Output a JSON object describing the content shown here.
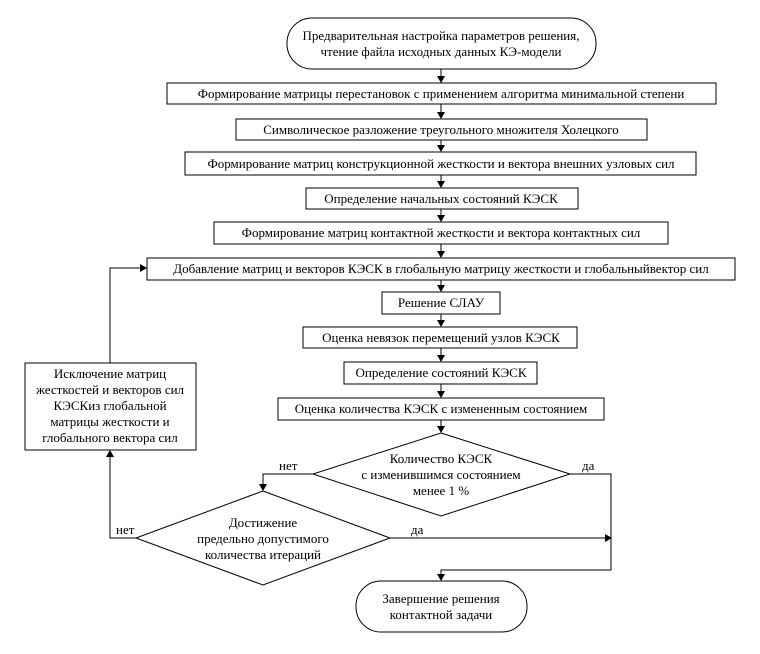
{
  "start": {
    "line1": "Предварительная настройка параметров решения,",
    "line2": "чтение файла исходных данных КЭ-модели"
  },
  "steps": [
    "Формирование матрицы перестановок с применением алгоритма минимальной степени",
    "Символическое разложение треугольного множителя Холецкого",
    "Формирование матриц конструкционной жесткости и вектора внешних узловых сил",
    "Определение начальных состояний КЭСК",
    "Формирование матриц контактной жесткости и вектора контактных сил",
    "Добавление матриц и векторов КЭСК в глобальную матрицу жесткости и глобальныйвектор сил",
    "Решение СЛАУ",
    "Оценка невязок перемещений узлов КЭСК",
    "Определение состояний КЭСК",
    "Оценка количества КЭСК с измененным состоянием"
  ],
  "decision1": {
    "line1": "Количество КЭСК",
    "line2": "с изменившимся состоянием",
    "line3": "менее 1 %",
    "no_label": "нет",
    "yes_label": "да"
  },
  "decision2": {
    "line1": "Достижение",
    "line2": "предельно допустимого",
    "line3": "количества итераций",
    "no_label": "нет",
    "yes_label": "да"
  },
  "exclude": {
    "line1": "Исключение матриц",
    "line2": "жесткостей и векторов сил",
    "line3": "КЭСКиз глобальной",
    "line4": "матрицы жесткости и",
    "line5": "глобального вектора сил"
  },
  "end": {
    "line1": "Завершение решения",
    "line2": "контактной задачи"
  }
}
